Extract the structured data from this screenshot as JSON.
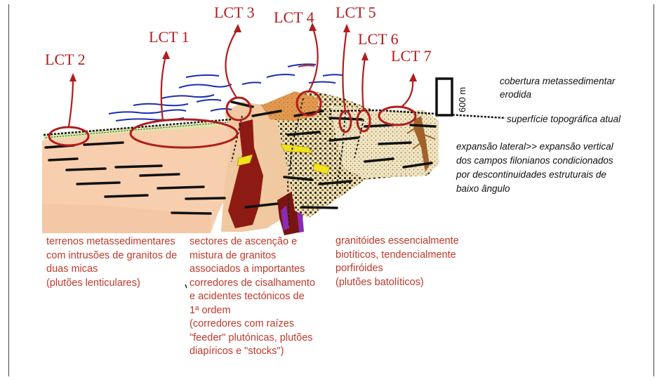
{
  "labels": {
    "lct1": "LCT 1",
    "lct2": "LCT 2",
    "lct3": "LCT 3",
    "lct4": "LCT 4",
    "lct5": "LCT 5",
    "lct6": "LCT 6",
    "lct7": "LCT 7"
  },
  "scale": {
    "value": "600 m"
  },
  "legend": {
    "cover_line1": "cobertura metassedimentar",
    "cover_line2": "erodida",
    "surface": "superfície topográfica atual",
    "expansion": [
      "expansão lateral>> expansão vertical",
      "dos campos filonianos condicionados",
      "por descontinuidades estruturais de",
      "baixo ângulo"
    ]
  },
  "captions": {
    "left": "terrenos metassedimentares\ncom intrusões de granitos de\nduas micas\n(plutões lenticulares)",
    "middle": "sectores de ascenção e\nmistura de granitos\nassociados a importantes\ncorredores de cisalhamento\ne acidentes tectónicos de\n1ª ordem\n(corredores com raízes\n\"feeder\" plutónicas, plutões\ndiapíricos e \"stocks\")",
    "right": "granitóides essencialmente\nbiotíticos, tendencialmente\nporfiróides\n(plutões batolíticos)"
  },
  "colors": {
    "lct_red": "#b01c1c",
    "caption_red": "#c0392b",
    "metasediment": "#f7cfae",
    "granite_stipple": "#e8d6a6",
    "orange_intrusion": "#e39a50",
    "dark_red": "#8e1a14",
    "yellow_vein": "#f2e21c",
    "purple": "#8b2bb5",
    "blue_strata": "#1c2fb0"
  }
}
